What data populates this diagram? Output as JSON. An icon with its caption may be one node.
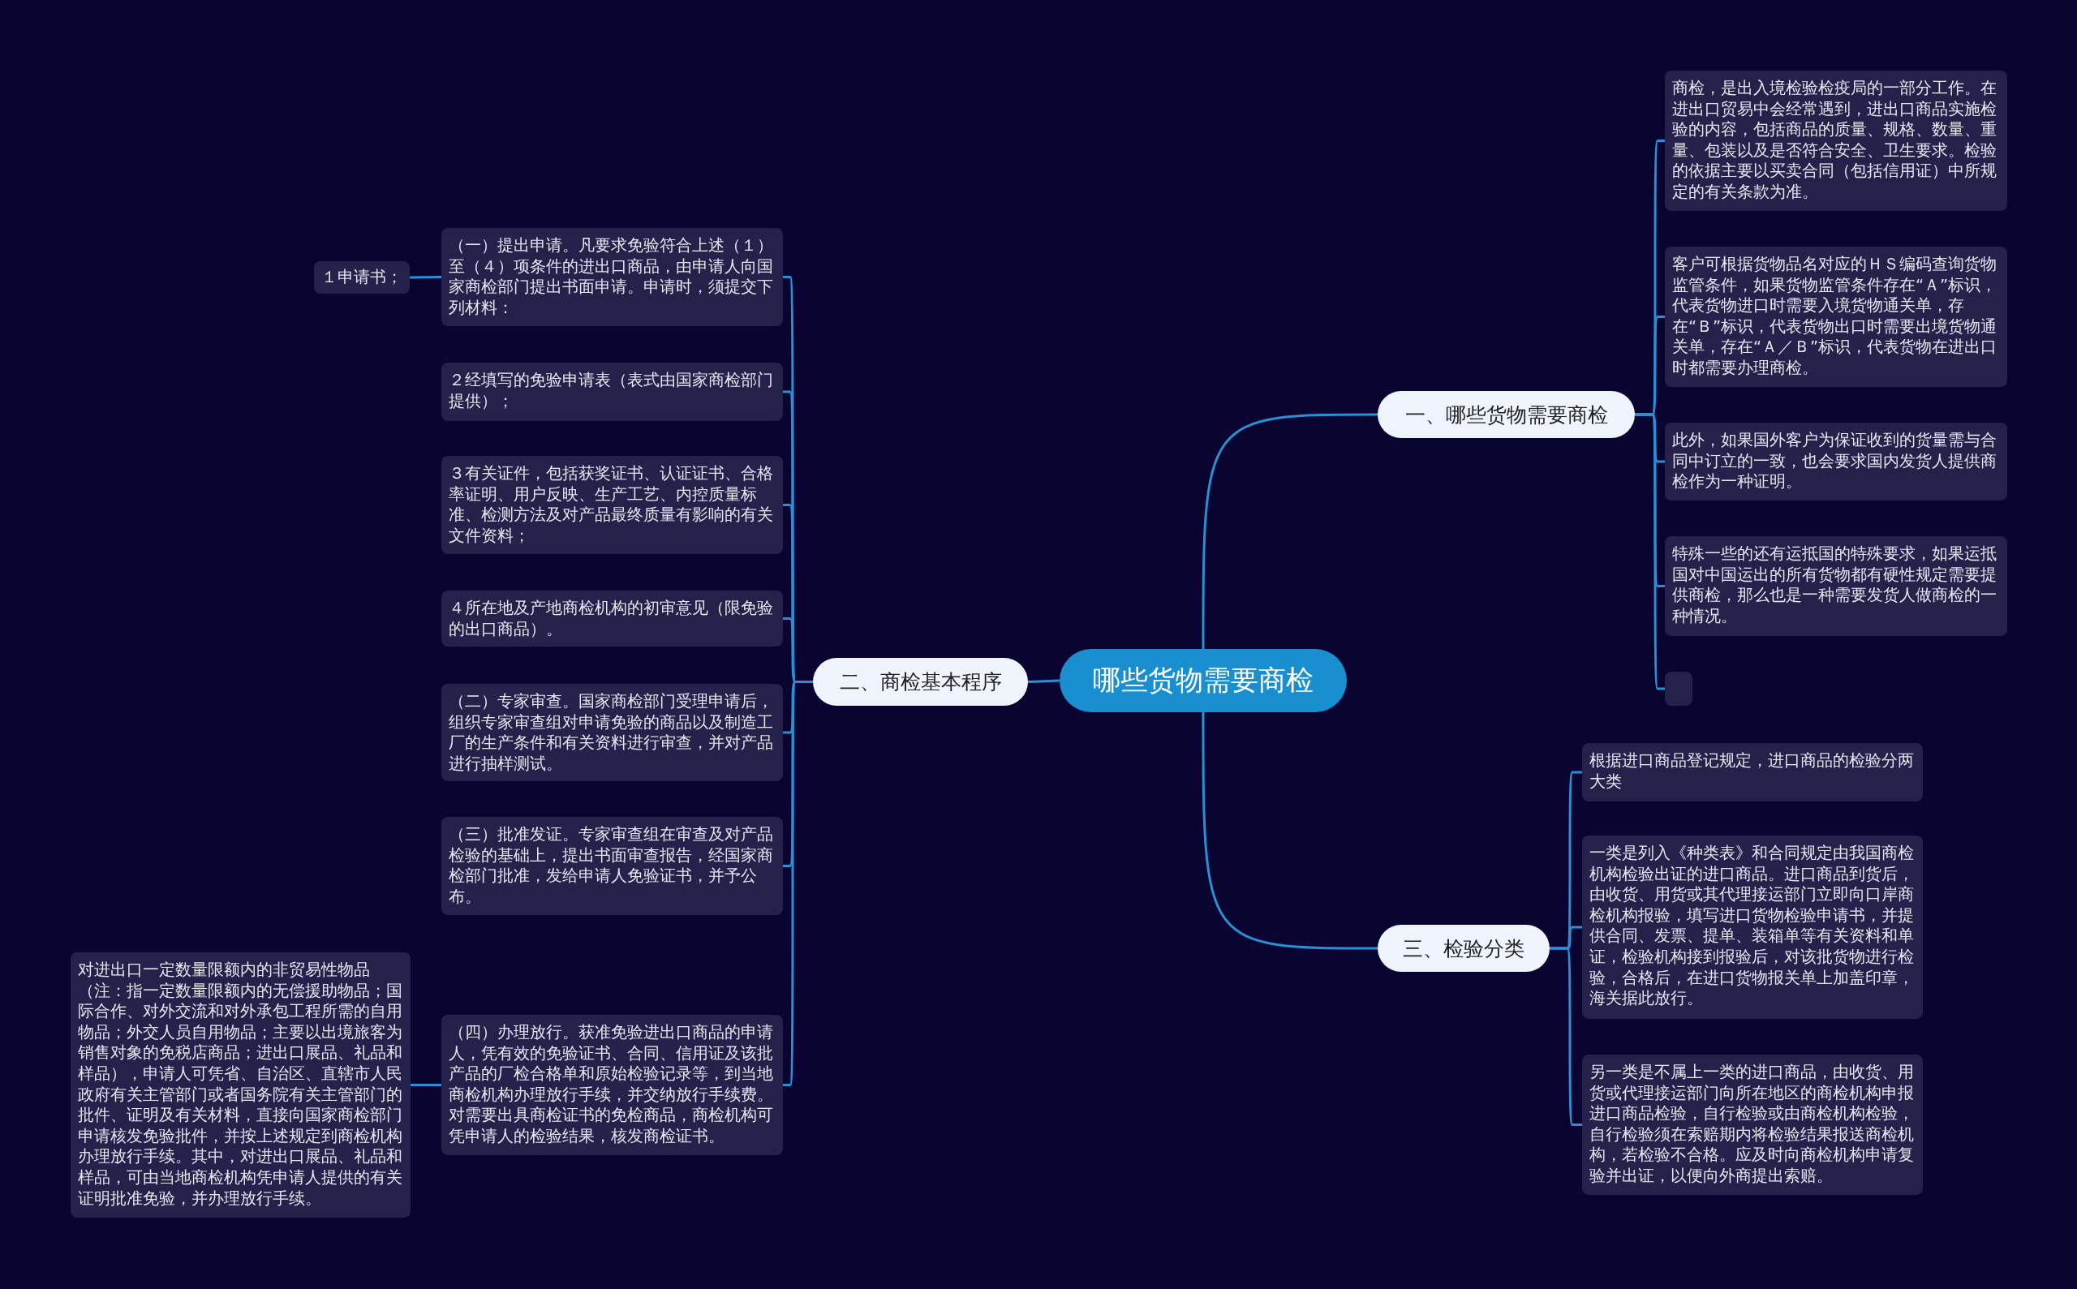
{
  "diagram": {
    "nodes": [
      {
        "text": [
          "哪些货物需要商检"
        ]
      },
      {
        "text": [
          "一、哪些货物需要商检"
        ]
      },
      {
        "text": [
          "商检，是出入境检验检疫局的一部分工作。在进出口贸易中会经常遇到，进出口商品实施检验的内容，包括商品的质量、规格、数量、重量、包装以及是否符合安全、卫生要求。检验的依据主要以买卖合同（包括信用证）中所规定的有关条款为准。"
        ]
      },
      {
        "text": [
          "客户可根据货物品名对应的ＨＳ编码查询货物监管条件，如果货物监管条件存在“Ａ”标识，代表货物进口时需要入境货物通关单，存在“Ｂ”标识，代表货物出口时需要出境货物通关单，存在“Ａ／Ｂ”标识，代表货物在进出口时都需要办理商检。"
        ]
      },
      {
        "text": [
          "此外，如果国外客户为保证收到的货量需与合同中订立的一致，也会要求国内发货人提供商检作为一种证明。"
        ]
      },
      {
        "text": [
          "特殊一些的还有运抵国的特殊要求，如果运抵国对中国运出的所有货物都有硬性规定需要提供商检，那么也是一种需要发货人做商检的一种情况。"
        ]
      },
      {
        "text": [],
        "shape": "box"
      },
      {
        "text": [
          "二、商检基本程序"
        ]
      },
      {
        "text": [
          "（一）提出申请。凡要求免验符合上述（１）至（４）项条件的进出口商品，由申请人向国家商检部门提出书面申请。申请时，须提交下列材料："
        ]
      },
      {
        "text": [
          "１申请书；"
        ]
      },
      {
        "text": [
          "２经填写的免验申请表（表式由国家商检部门提供）；"
        ]
      },
      {
        "text": [
          "３有关证件，包括获奖证书、认证证书、合格率证明、用户反映、生产工艺、内控质量标准、检测方法及对产品最终质量有影响的有关文件资料；"
        ]
      },
      {
        "text": [
          "４所在地及产地商检机构的初审意见（限免验的出口商品）。"
        ]
      },
      {
        "text": [
          "（二）专家审查。国家商检部门受理申请后，组织专家审查组对申请免验的商品以及制造工厂的生产条件和有关资料进行审查，并对产品进行抽样测试。"
        ]
      },
      {
        "text": [
          "（三）批准发证。专家审查组在审查及对产品检验的基础上，提出书面审查报告，经国家商检部门批准，发给申请人免验证书，并予公布。"
        ]
      },
      {
        "text": [
          "（四）办理放行。获准免验进出口商品的申请人，凭有效的免验证书、合同、信用证及该批产品的厂检合格单和原始检验记录等，到当地商检机构办理放行手续，并交纳放行手续费。对需要出具商检证书的免检商品，商检机构可凭申请人的检验结果，核发商检证书。"
        ]
      },
      {
        "text": [
          "对进出口一定数量限额内的非贸易性物品（注：指一定数量限额内的无偿援助物品；国际合作、对外交流和对外承包工程所需的自用物品；外交人员自用物品；主要以出境旅客为销售对象的免税店商品；进出口展品、礼品和样品），申请人可凭省、自治区、直辖市人民政府有关主管部门或者国务院有关主管部门的批件、证明及有关材料，直接向国家商检部门申请核发免验批件，并按上述规定到商检机构办理放行手续。其中，对进出口展品、礼品和样品，可由当地商检机构凭申请人提供的有关证明批准免验，并办理放行手续。"
        ]
      },
      {
        "text": [
          "三、检验分类"
        ]
      },
      {
        "text": [
          "根据进口商品登记规定，进口商品的检验分两大类"
        ]
      },
      {
        "text": [
          "一类是列入《种类表》和合同规定由我国商检机构检验出证的进口商品。进口商品到货后，由收货、用货或其代理接运部门立即向口岸商检机构报验，填写进口货物检验申请书，并提供合同、发票、提单、装箱单等有关资料和单证，检验机构接到报验后，对该批货物进行检验，合格后，在进口货物报关单上加盖印章，海关据此放行。"
        ]
      },
      {
        "text": [
          "另一类是不属上一类的进口商品，由收货、用货或代理接运部门向所在地区的商检机构申报进口商品检验，自行检验或由商检机构检验，自行检验须在索赔期内将检验结果报送商检机构，若检验不合格。应及时向商检机构申请复验并出证，以便向外商提出索赔。"
        ]
      }
    ],
    "edges": [
      {
        "from": 0,
        "to": 1,
        "arrow": "none"
      },
      {
        "from": 1,
        "to": 2,
        "arrow": "none"
      },
      {
        "from": 1,
        "to": 3,
        "arrow": "none"
      },
      {
        "from": 1,
        "to": 4,
        "arrow": "none"
      },
      {
        "from": 1,
        "to": 5,
        "arrow": "none"
      },
      {
        "from": 1,
        "to": 6,
        "arrow": "none"
      },
      {
        "from": 0,
        "to": 7,
        "arrow": "none"
      },
      {
        "from": 7,
        "to": 8,
        "arrow": "none"
      },
      {
        "from": 8,
        "to": 9,
        "arrow": "none"
      },
      {
        "from": 7,
        "to": 10,
        "arrow": "none"
      },
      {
        "from": 7,
        "to": 11,
        "arrow": "none"
      },
      {
        "from": 7,
        "to": 12,
        "arrow": "none"
      },
      {
        "from": 7,
        "to": 13,
        "arrow": "none"
      },
      {
        "from": 7,
        "to": 14,
        "arrow": "none"
      },
      {
        "from": 7,
        "to": 15,
        "arrow": "none"
      },
      {
        "from": 15,
        "to": 16,
        "arrow": "none"
      },
      {
        "from": 0,
        "to": 17,
        "arrow": "none"
      },
      {
        "from": 17,
        "to": 18,
        "arrow": "none"
      },
      {
        "from": 17,
        "to": 19,
        "arrow": "none"
      },
      {
        "from": 17,
        "to": 20,
        "arrow": "none"
      }
    ]
  }
}
